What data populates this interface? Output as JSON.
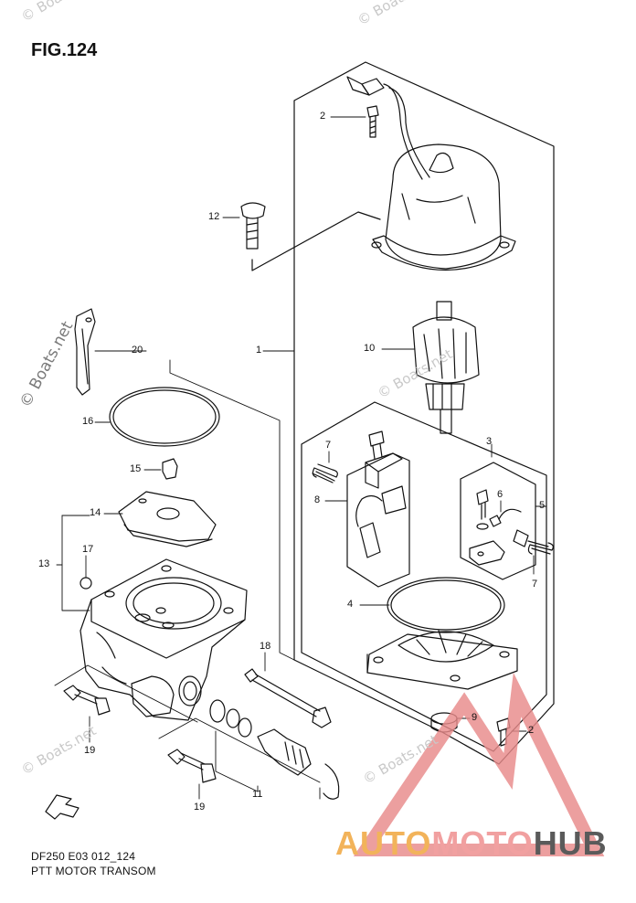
{
  "figure": {
    "title": "FIG.124",
    "code": "DF250 E03 012_124",
    "caption": "PTT MOTOR TRANSOM"
  },
  "callouts": [
    "1",
    "2",
    "2",
    "3",
    "4",
    "5",
    "6",
    "7",
    "7",
    "8",
    "9",
    "10",
    "11",
    "12",
    "13",
    "14",
    "15",
    "16",
    "17",
    "18",
    "19",
    "19",
    "20"
  ],
  "watermark": {
    "side_text": "© Boats.net",
    "faint_texts": [
      "© Boats.net",
      "© Boats.net",
      "© Boats.net",
      "© Boats.net",
      "© Boats.net"
    ]
  },
  "brand": {
    "part1": "AUTO",
    "part2": "MOTO",
    "part3": "HUB",
    "colors": {
      "auto": "#f2b35a",
      "moto": "#f1a0a0",
      "hub": "#5a5a5a",
      "triangle": "#e88a8a"
    }
  },
  "icons": [
    "fwd-arrow-icon",
    "triangle-logo-icon"
  ]
}
